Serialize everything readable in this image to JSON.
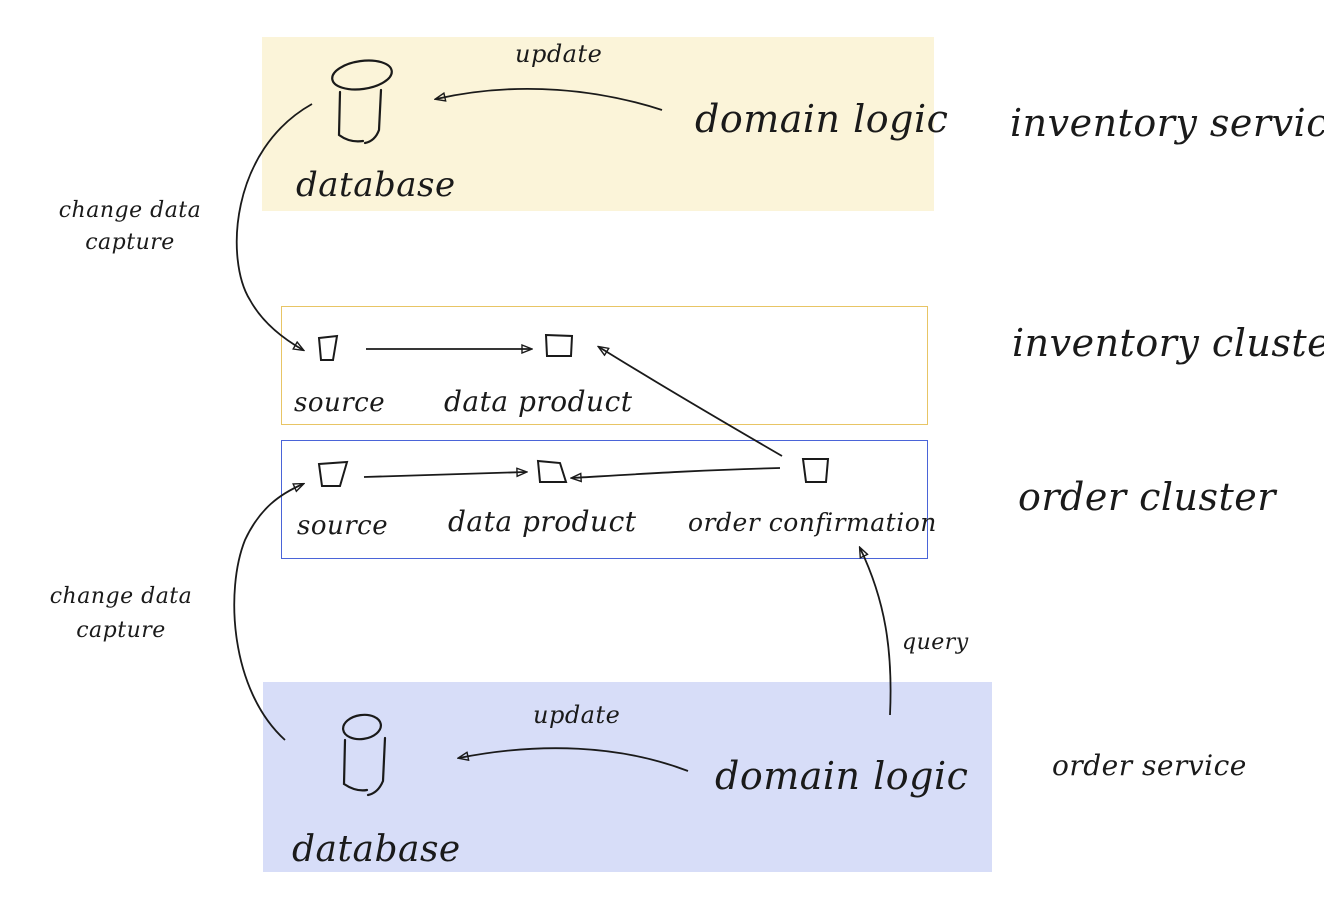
{
  "colors": {
    "inventory_fill": "#fbf4d9",
    "order_fill": "#d7ddf8",
    "inventory_border": "#e8c565",
    "order_border": "#4a64d8",
    "ink": "#1a1a1a"
  },
  "inventory_service": {
    "label": "inventory service",
    "database_label": "database",
    "domain_logic_label": "domain logic",
    "update_label": "update"
  },
  "change_data_capture_top": {
    "line1": "change data",
    "line2": "capture"
  },
  "inventory_cluster": {
    "label": "inventory cluster",
    "source_label": "source",
    "data_product_label": "data product"
  },
  "order_cluster": {
    "label": "order cluster",
    "source_label": "source",
    "data_product_label": "data product",
    "order_confirmation_label": "order confirmation"
  },
  "change_data_capture_bottom": {
    "line1": "change data",
    "line2": "capture"
  },
  "query_label": "query",
  "order_service": {
    "label": "order service",
    "database_label": "database",
    "domain_logic_label": "domain logic",
    "update_label": "update"
  },
  "icons": [
    "database-icon",
    "source-node-icon",
    "data-product-node-icon",
    "order-confirmation-node-icon"
  ]
}
